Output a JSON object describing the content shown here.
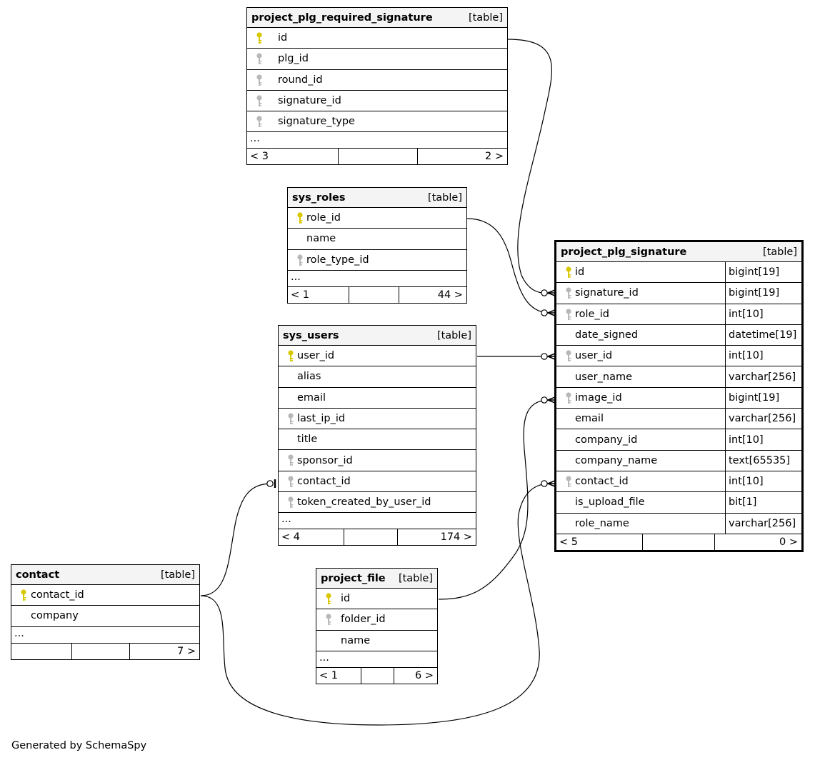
{
  "tables": {
    "required_signature": {
      "name": "project_plg_required_signature",
      "kind": "[table]",
      "columns": [
        {
          "name": "id",
          "key": "primary"
        },
        {
          "name": "plg_id",
          "key": "foreign"
        },
        {
          "name": "round_id",
          "key": "foreign"
        },
        {
          "name": "signature_id",
          "key": "foreign"
        },
        {
          "name": "signature_type",
          "key": "foreign"
        }
      ],
      "more": "...",
      "parents": "< 3",
      "children": "2 >"
    },
    "sys_roles": {
      "name": "sys_roles",
      "kind": "[table]",
      "columns": [
        {
          "name": "role_id",
          "key": "primary"
        },
        {
          "name": "name",
          "key": "none"
        },
        {
          "name": "role_type_id",
          "key": "foreign"
        }
      ],
      "more": "...",
      "parents": "< 1",
      "children": "44 >"
    },
    "sys_users": {
      "name": "sys_users",
      "kind": "[table]",
      "columns": [
        {
          "name": "user_id",
          "key": "primary"
        },
        {
          "name": "alias",
          "key": "none"
        },
        {
          "name": "email",
          "key": "none"
        },
        {
          "name": "last_ip_id",
          "key": "foreign"
        },
        {
          "name": "title",
          "key": "none"
        },
        {
          "name": "sponsor_id",
          "key": "foreign"
        },
        {
          "name": "contact_id",
          "key": "foreign"
        },
        {
          "name": "token_created_by_user_id",
          "key": "foreign"
        }
      ],
      "more": "...",
      "parents": "< 4",
      "children": "174 >"
    },
    "contact": {
      "name": "contact",
      "kind": "[table]",
      "columns": [
        {
          "name": "contact_id",
          "key": "primary"
        },
        {
          "name": "company",
          "key": "none"
        }
      ],
      "more": "...",
      "parents": "",
      "children": "7 >"
    },
    "project_file": {
      "name": "project_file",
      "kind": "[table]",
      "columns": [
        {
          "name": "id",
          "key": "primary"
        },
        {
          "name": "folder_id",
          "key": "foreign"
        },
        {
          "name": "name",
          "key": "none"
        }
      ],
      "more": "...",
      "parents": "< 1",
      "children": "6 >"
    },
    "plg_signature": {
      "name": "project_plg_signature",
      "kind": "[table]",
      "columns": [
        {
          "name": "id",
          "type": "bigint[19]",
          "key": "primary"
        },
        {
          "name": "signature_id",
          "type": "bigint[19]",
          "key": "foreign"
        },
        {
          "name": "role_id",
          "type": "int[10]",
          "key": "foreign"
        },
        {
          "name": "date_signed",
          "type": "datetime[19]",
          "key": "none"
        },
        {
          "name": "user_id",
          "type": "int[10]",
          "key": "foreign"
        },
        {
          "name": "user_name",
          "type": "varchar[256]",
          "key": "none"
        },
        {
          "name": "image_id",
          "type": "bigint[19]",
          "key": "foreign"
        },
        {
          "name": "email",
          "type": "varchar[256]",
          "key": "none"
        },
        {
          "name": "company_id",
          "type": "int[10]",
          "key": "none"
        },
        {
          "name": "company_name",
          "type": "text[65535]",
          "key": "none"
        },
        {
          "name": "contact_id",
          "type": "int[10]",
          "key": "foreign"
        },
        {
          "name": "is_upload_file",
          "type": "bit[1]",
          "key": "none"
        },
        {
          "name": "role_name",
          "type": "varchar[256]",
          "key": "none"
        }
      ],
      "more": "",
      "parents": "< 5",
      "children": "0 >"
    }
  },
  "relationships": [
    {
      "from": "project_plg_required_signature.id",
      "to": "project_plg_signature.signature_id"
    },
    {
      "from": "sys_roles.role_id",
      "to": "project_plg_signature.role_id"
    },
    {
      "from": "sys_users.user_id",
      "to": "project_plg_signature.user_id"
    },
    {
      "from": "project_file.id",
      "to": "project_plg_signature.image_id"
    },
    {
      "from": "contact.contact_id",
      "to": "project_plg_signature.contact_id"
    },
    {
      "from": "contact.contact_id",
      "to": "sys_users.contact_id"
    }
  ],
  "colors": {
    "primary_key": "#d8c800",
    "foreign_key": "#b8b8b8",
    "header_bg": "#f4f4f4"
  },
  "icons": {
    "primary_key": "key-icon",
    "foreign_key": "key-icon"
  },
  "credit": "Generated by SchemaSpy"
}
